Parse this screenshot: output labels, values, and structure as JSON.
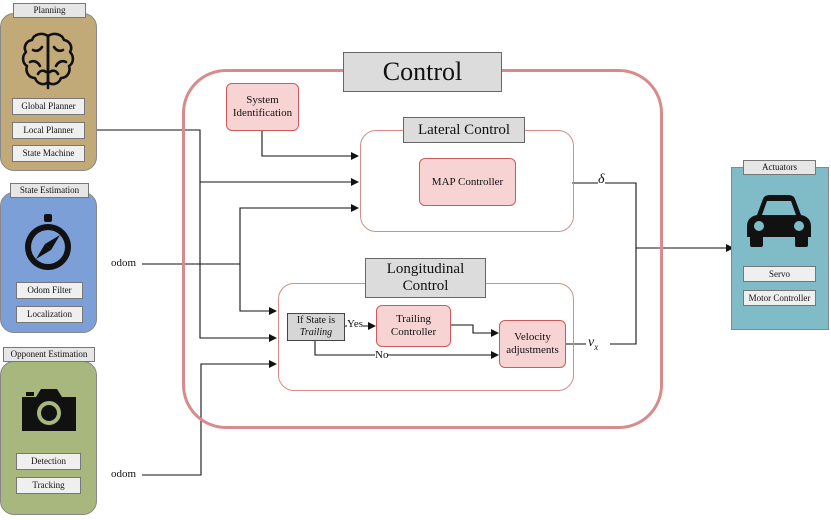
{
  "planning": {
    "title": "Planning",
    "items": [
      "Global Planner",
      "Local Planner",
      "State Machine"
    ],
    "color": "#c2aa78"
  },
  "state_estimation": {
    "title": "State Estimation",
    "items": [
      "Odom Filter",
      "Localization"
    ],
    "color": "#7b9fd6"
  },
  "opponent_estimation": {
    "title": "Opponent Estimation",
    "items": [
      "Detection",
      "Tracking"
    ],
    "color": "#a8b77d"
  },
  "actuators": {
    "title": "Actuators",
    "items": [
      "Servo",
      "Motor Controller"
    ],
    "color": "#7fbcc8"
  },
  "control": {
    "title": "Control",
    "system_identification": "System\nIdentification",
    "lateral": {
      "title": "Lateral Control",
      "map_controller": "MAP Controller"
    },
    "longitudinal": {
      "title": "Longitudinal\nControl",
      "condition_prefix": "If State is",
      "condition_state": "Trailing",
      "trailing_controller": "Trailing\nController",
      "velocity_adjustments": "Velocity\nadjustments"
    }
  },
  "labels": {
    "odom_state": "odom",
    "odom_opponent": "odom",
    "yes": "Yes",
    "no": "No",
    "delta": "δ",
    "vx": "v",
    "vx_sub": "x"
  },
  "colors": {
    "control_border": "#d98a8a",
    "pink_fill": "#f7d3d3",
    "pink_border": "#cc5a5a"
  }
}
